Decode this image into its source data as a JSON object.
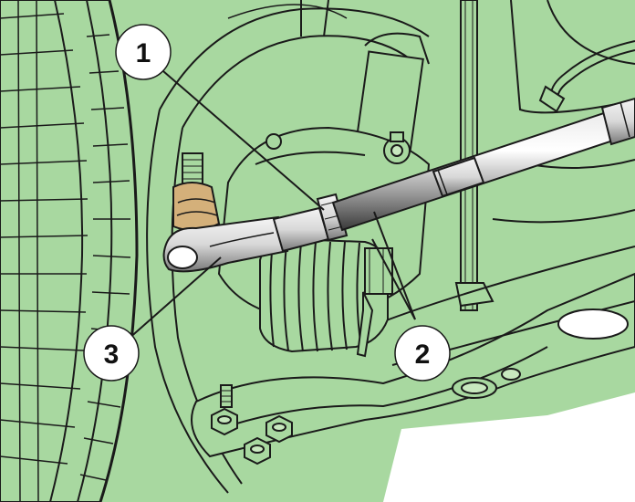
{
  "illustration": {
    "colors": {
      "background": "#a8d8a0",
      "ink": "#1a1a1a",
      "boot_tan": "#d4b07a",
      "highlight": "#c8e8bf",
      "white": "#ffffff"
    },
    "callouts": [
      {
        "id": "callout-1",
        "label": "1"
      },
      {
        "id": "callout-2",
        "label": "2"
      },
      {
        "id": "callout-3",
        "label": "3"
      }
    ]
  }
}
